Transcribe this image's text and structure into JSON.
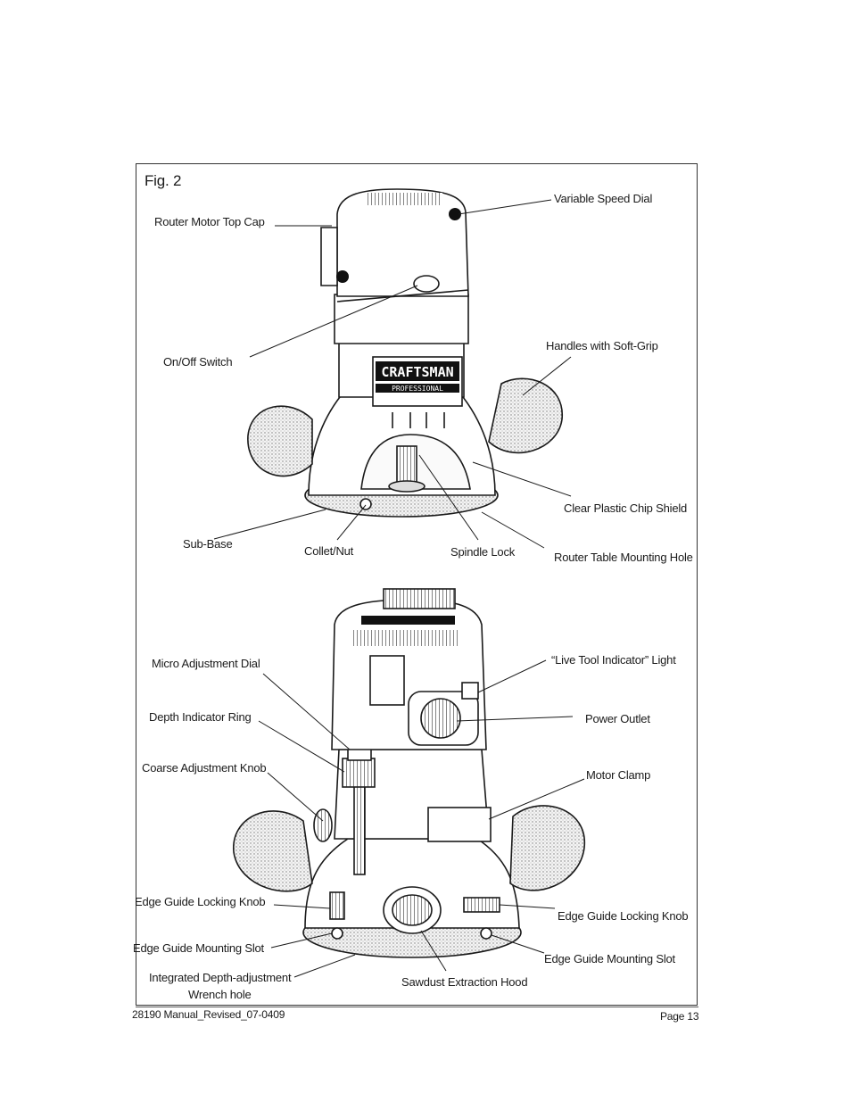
{
  "figure": {
    "title": "Fig. 2",
    "top_view_labels": {
      "variable_speed_dial": "Variable Speed Dial",
      "router_motor_top_cap": "Router Motor Top Cap",
      "on_off_switch": "On/Off Switch",
      "handles_soft_grip": "Handles with Soft-Grip",
      "clear_plastic_chip_shield": "Clear Plastic Chip Shield",
      "sub_base": "Sub-Base",
      "collet_nut": "Collet/Nut",
      "spindle_lock": "Spindle Lock",
      "router_table_mounting_hole": "Router Table Mounting Hole"
    },
    "bottom_view_labels": {
      "micro_adjustment_dial": "Micro Adjustment Dial",
      "live_tool_indicator_light": "“Live Tool Indicator” Light",
      "depth_indicator_ring": "Depth Indicator Ring",
      "power_outlet": "Power Outlet",
      "coarse_adjustment_knob": "Coarse Adjustment Knob",
      "motor_clamp": "Motor Clamp",
      "edge_guide_locking_knob_left": "Edge Guide Locking Knob",
      "edge_guide_locking_knob_right": "Edge Guide Locking Knob",
      "edge_guide_mounting_slot_left": "Edge Guide Mounting Slot",
      "edge_guide_mounting_slot_right": "Edge Guide Mounting Slot",
      "integrated_depth_adjustment": "Integrated Depth-adjustment",
      "wrench_hole": "Wrench hole",
      "sawdust_extraction_hood": "Sawdust Extraction Hood"
    },
    "brand_text": "CRAFTSMAN",
    "brand_subtext": "PROFESSIONAL"
  },
  "footer": {
    "manual_id": "28190 Manual_Revised_07-0409",
    "page": "Page 13"
  }
}
